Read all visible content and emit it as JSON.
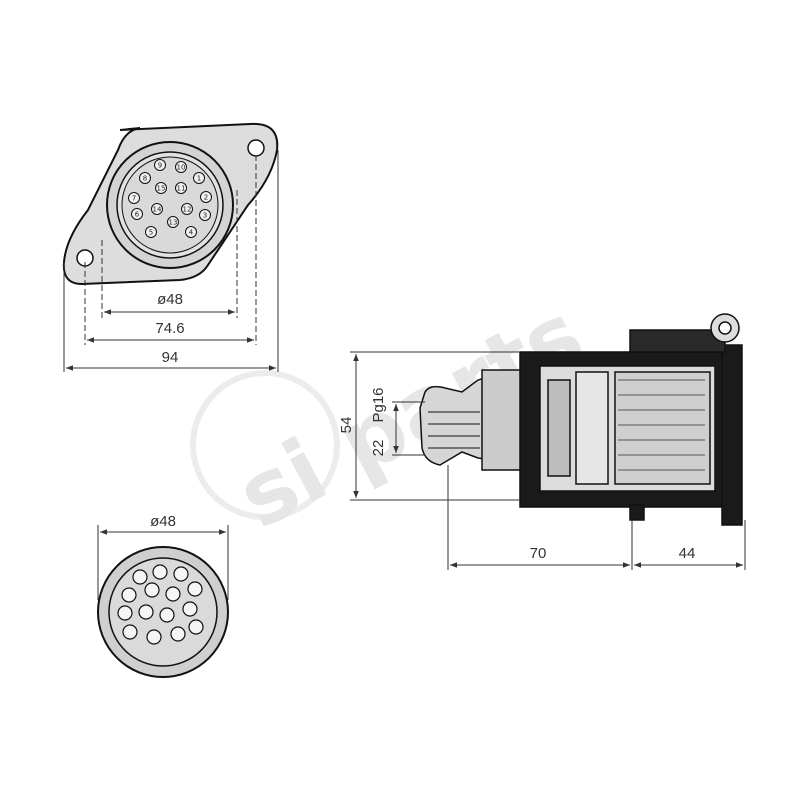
{
  "watermark": {
    "brand": "si parts"
  },
  "front_view": {
    "pin_numbers": [
      "9",
      "10",
      "8",
      "1",
      "15",
      "11",
      "7",
      "2",
      "6",
      "14",
      "12",
      "13",
      "3",
      "5",
      "4"
    ],
    "dimensions": {
      "inner_diameter": "ø48",
      "hole_spacing": "74.6",
      "flange_width": "94"
    }
  },
  "rear_view": {
    "dimensions": {
      "diameter": "ø48"
    }
  },
  "side_view": {
    "dimensions": {
      "body_height": "54",
      "gland_size": "22",
      "thread": "Pg16",
      "gland_length": "70",
      "flange_depth": "44"
    }
  },
  "colors": {
    "line": "#111111",
    "fill_light": "#dddddd",
    "fill_mid": "#cfcfcf",
    "fill_dark": "#1a1a1a",
    "dim_line": "#333333",
    "watermark": "#e6e6e6"
  }
}
